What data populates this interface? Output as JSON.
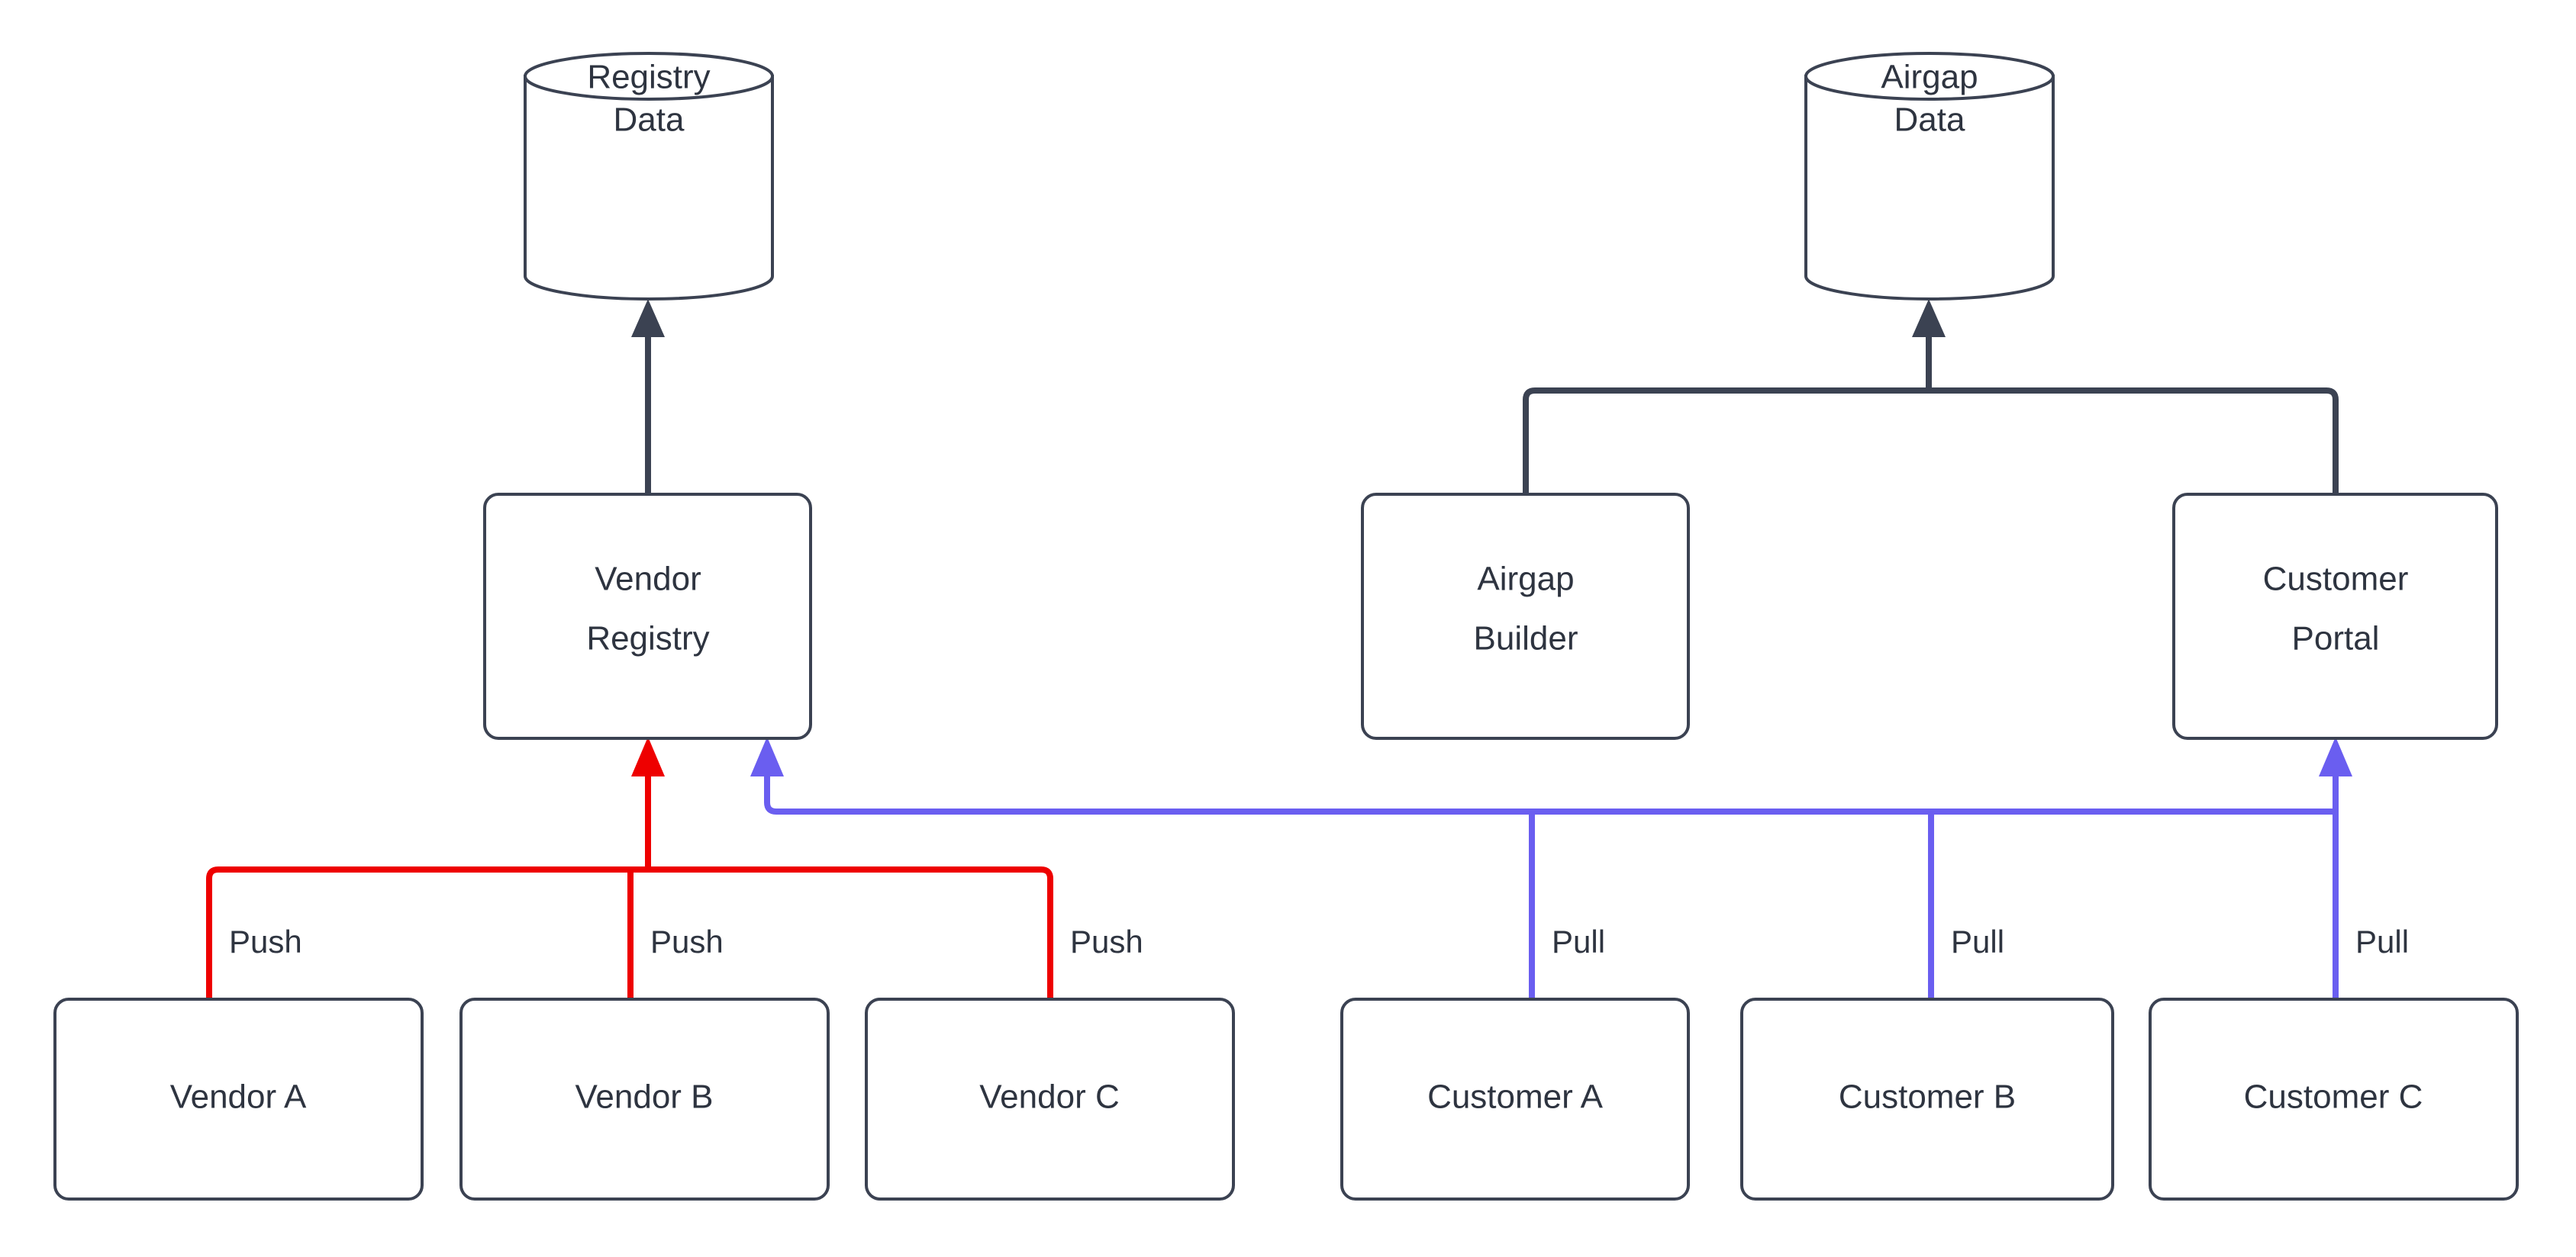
{
  "diagram": {
    "type": "flowchart",
    "background_color": "#ffffff",
    "palette": {
      "node_stroke": "#3b4252",
      "node_fill": "#ffffff",
      "text": "#2e3440",
      "push_edge": "#ee0000",
      "pull_edge": "#6a5ef0",
      "default_edge": "#3b4252"
    },
    "nodes": {
      "registry_data": {
        "label_line1": "Registry",
        "label_line2": "Data",
        "shape": "cylinder"
      },
      "airgap_data": {
        "label_line1": "Airgap",
        "label_line2": "Data",
        "shape": "cylinder"
      },
      "vendor_registry": {
        "label_line1": "Vendor",
        "label_line2": "Registry",
        "shape": "rounded-rect"
      },
      "airgap_builder": {
        "label_line1": "Airgap",
        "label_line2": "Builder",
        "shape": "rounded-rect"
      },
      "customer_portal": {
        "label_line1": "Customer",
        "label_line2": "Portal",
        "shape": "rounded-rect"
      },
      "vendor_a": {
        "label": "Vendor A",
        "shape": "rounded-rect"
      },
      "vendor_b": {
        "label": "Vendor B",
        "shape": "rounded-rect"
      },
      "vendor_c": {
        "label": "Vendor C",
        "shape": "rounded-rect"
      },
      "customer_a": {
        "label": "Customer A",
        "shape": "rounded-rect"
      },
      "customer_b": {
        "label": "Customer B",
        "shape": "rounded-rect"
      },
      "customer_c": {
        "label": "Customer C",
        "shape": "rounded-rect"
      }
    },
    "edge_labels": {
      "vendor_a_push": "Push",
      "vendor_b_push": "Push",
      "vendor_c_push": "Push",
      "customer_a_pull": "Pull",
      "customer_b_pull": "Pull",
      "customer_c_pull": "Pull"
    },
    "edges": [
      {
        "from": "vendor_registry",
        "to": "registry_data",
        "color": "#3b4252",
        "label": ""
      },
      {
        "from": "airgap_builder",
        "to": "airgap_data",
        "color": "#3b4252",
        "label": ""
      },
      {
        "from": "customer_portal",
        "to": "airgap_data",
        "color": "#3b4252",
        "label": ""
      },
      {
        "from": "vendor_a",
        "to": "vendor_registry",
        "color": "#ee0000",
        "label": "Push"
      },
      {
        "from": "vendor_b",
        "to": "vendor_registry",
        "color": "#ee0000",
        "label": "Push"
      },
      {
        "from": "vendor_c",
        "to": "vendor_registry",
        "color": "#ee0000",
        "label": "Push"
      },
      {
        "from": "customer_a",
        "to": "customer_portal",
        "color": "#6a5ef0",
        "label": "Pull"
      },
      {
        "from": "customer_b",
        "to": "customer_portal",
        "color": "#6a5ef0",
        "label": "Pull"
      },
      {
        "from": "customer_c",
        "to": "customer_portal",
        "color": "#6a5ef0",
        "label": "Pull"
      },
      {
        "from": "customer_a",
        "to": "vendor_registry",
        "color": "#6a5ef0",
        "label": "Pull"
      }
    ]
  }
}
